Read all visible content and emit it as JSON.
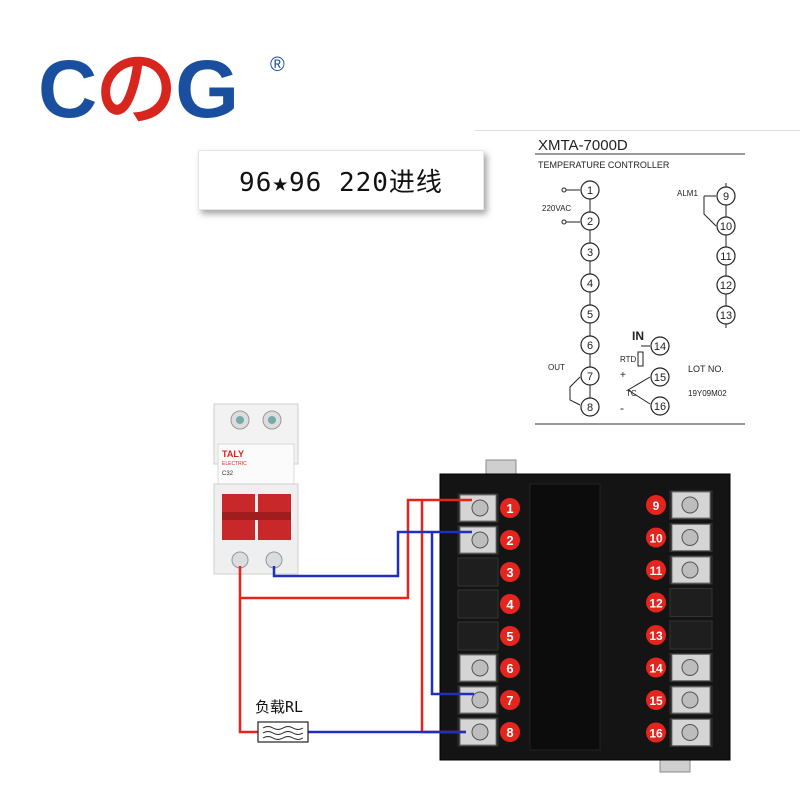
{
  "logo": {
    "brand": "CのG",
    "brand_c": "C",
    "brand_no": "の",
    "brand_g": "G",
    "registered": "®"
  },
  "spec_label": "96★96 220进线",
  "wiring_diagram": {
    "model": "XMTA-7000D",
    "subtitle": "TEMPERATURE CONTROLLER",
    "supply_label": "220VAC",
    "alarm_label": "ALM1",
    "output_label": "OUT",
    "input_label": "IN",
    "rtd_label": "RTD",
    "tc_label": "TC",
    "plus": "+",
    "minus": "-",
    "lot_label": "LOT NO.",
    "lot_number": "19Y09M02",
    "left_terminals": [
      "1",
      "2",
      "3",
      "4",
      "5",
      "6",
      "7",
      "8"
    ],
    "right_terminals": [
      "9",
      "10",
      "11",
      "12",
      "13",
      "14",
      "15",
      "16"
    ]
  },
  "breaker": {
    "brand": "TALY",
    "sub": "ELECTRIC",
    "model": "C32"
  },
  "load_label": "负载RL",
  "controller_terminals": {
    "left": [
      "1",
      "2",
      "3",
      "4",
      "5",
      "6",
      "7",
      "8"
    ],
    "right": [
      "9",
      "10",
      "11",
      "12",
      "13",
      "14",
      "15",
      "16"
    ]
  },
  "colors": {
    "live_wire": "#e8231c",
    "neutral_wire": "#1f2fbf",
    "badge": "#e3251e",
    "housing": "#141414"
  }
}
